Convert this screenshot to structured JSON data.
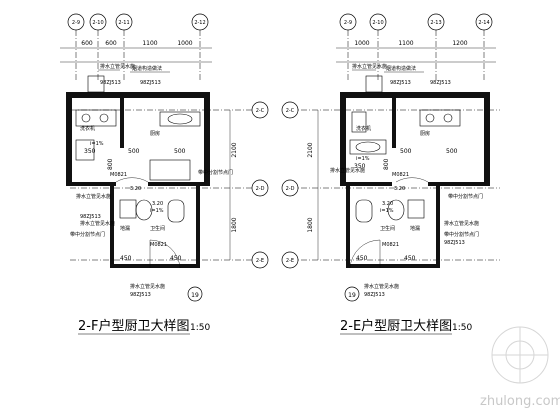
{
  "plans": [
    {
      "title": "2-F户型厨卫大样图",
      "scale": "1:50",
      "top_axes": [
        "2-9",
        "2-10",
        "2-11",
        "2-12"
      ],
      "side_axes": [
        "2-C",
        "2-D",
        "2-E"
      ],
      "top_dims": [
        "600",
        "600",
        "1100",
        "1000"
      ],
      "side_dims": [
        "2100",
        "1800"
      ],
      "room_dims": [
        "350",
        "500",
        "500",
        "450",
        "450",
        "800"
      ],
      "door_labels": [
        "M0821",
        "M0821"
      ],
      "callouts": [
        "排水立管见水施",
        "烟道构造做法",
        "排水立管见水施",
        "排水立管见水施",
        "带中分割节点门",
        "排水立管见水施",
        "带中分割节点门"
      ],
      "refs": [
        "98ZJ513",
        "98ZJ513",
        "98ZJ513",
        "98ZJ513"
      ],
      "detail_no": "19",
      "fixtures": [
        "洗衣机",
        "厨房",
        "卫生间",
        "地漏"
      ],
      "slopes": [
        "i=1%",
        "3.20",
        "i=1%",
        "3.20"
      ]
    },
    {
      "title": "2-E户型厨卫大样图",
      "scale": "1:50",
      "top_axes": [
        "2-9",
        "2-10",
        "2-13",
        "2-14"
      ],
      "side_axes": [
        "2-C",
        "2-D",
        "2-E"
      ],
      "top_dims": [
        "1000",
        "1100",
        "1200"
      ],
      "side_dims": [
        "2100",
        "1800"
      ],
      "room_dims": [
        "350",
        "500",
        "500",
        "450",
        "450",
        "800"
      ],
      "door_labels": [
        "M0821",
        "M0821"
      ],
      "callouts": [
        "排水立管见水施",
        "烟道构造做法",
        "排水立管见水施",
        "排水立管见水施",
        "带中分割节点门",
        "排水立管见水施",
        "带中分割节点门"
      ],
      "refs": [
        "98ZJ513",
        "98ZJ513",
        "98ZJ513",
        "98ZJ513"
      ],
      "detail_no": "19",
      "fixtures": [
        "洗衣机",
        "厨房",
        "卫生间",
        "地漏"
      ],
      "slopes": [
        "i=1%",
        "3.20",
        "i=1%",
        "3.20"
      ]
    }
  ],
  "watermark": "zhulong.com"
}
